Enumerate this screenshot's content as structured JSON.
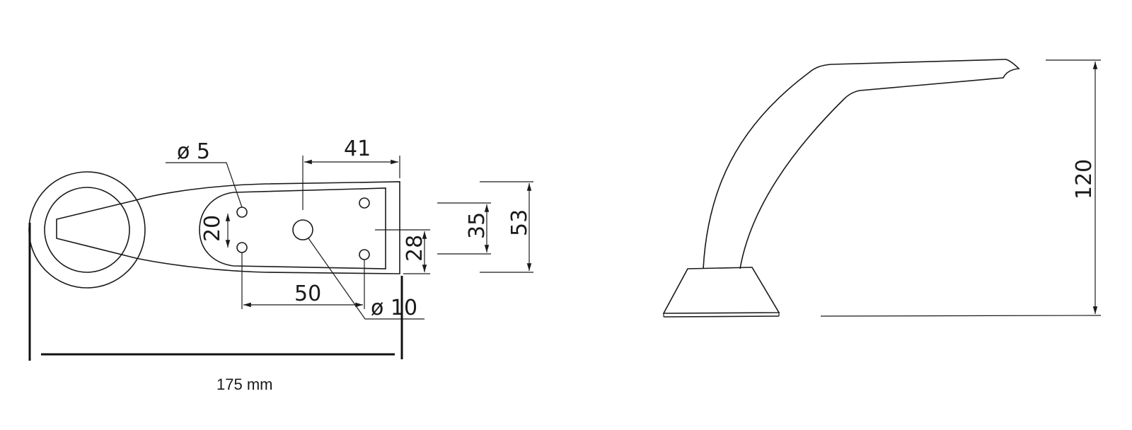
{
  "top_view": {
    "dim_hole_small": "ø 5",
    "dim_hole_large": "ø 10",
    "dim_hole_spacing_vertical": "20",
    "dim_hole_spacing_horizontal": "50",
    "dim_plate_length": "41",
    "dim_inner_height": "28",
    "dim_mid_height": "35",
    "dim_plate_height": "53",
    "total_length": "175 mm"
  },
  "side_view": {
    "dim_height": "120"
  }
}
